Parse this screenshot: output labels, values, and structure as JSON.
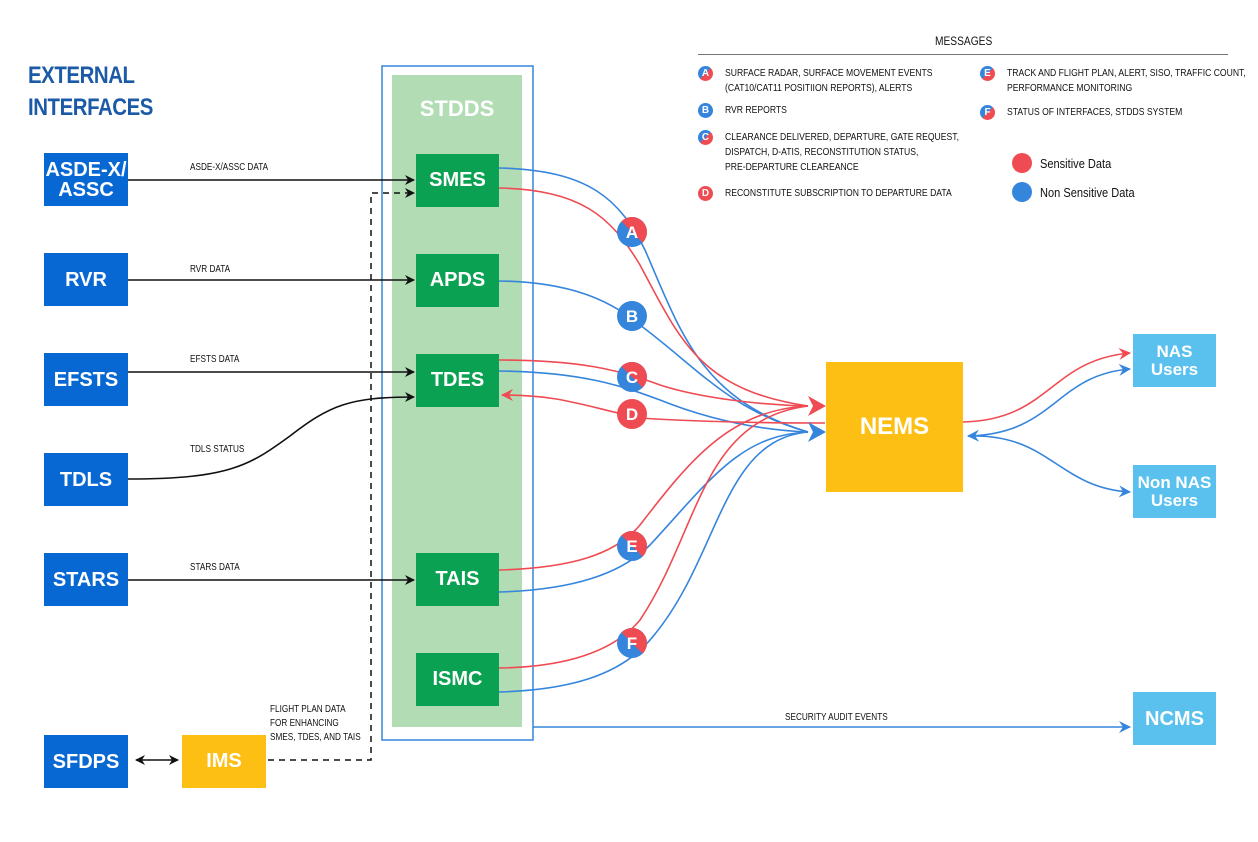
{
  "title": {
    "line1": "EXTERNAL",
    "line2": "INTERFACES"
  },
  "colors": {
    "external": "#0768d3",
    "stdds_component": "#0ba152",
    "stdds_bg": "#b2dcb4",
    "nems": "#fdbf14",
    "users": "#5ac1ee",
    "sensitive": "#ef4b53",
    "non_sensitive": "#3585dc",
    "title_text": "#1b5aa6"
  },
  "external_systems": [
    {
      "id": "asde",
      "label": "ASDE-X/ ASSC",
      "line1": "ASDE-X/",
      "line2": "ASSC",
      "flow_label": "ASDE-X/ASSC DATA",
      "target": "SMES"
    },
    {
      "id": "rvr",
      "label": "RVR",
      "flow_label": "RVR DATA",
      "target": "APDS"
    },
    {
      "id": "efsts",
      "label": "EFSTS",
      "flow_label": "EFSTS DATA",
      "target": "TDES"
    },
    {
      "id": "tdls",
      "label": "TDLS",
      "flow_label": "TDLS STATUS",
      "target": "TDES"
    },
    {
      "id": "stars",
      "label": "STARS",
      "flow_label": "STARS DATA",
      "target": "TAIS"
    },
    {
      "id": "sfdps",
      "label": "SFDPS"
    }
  ],
  "ims": {
    "label": "IMS",
    "flow_label_lines": [
      "FLIGHT PLAN DATA",
      "FOR ENHANCING",
      "SMES, TDES, AND TAIS"
    ]
  },
  "stdds": {
    "title": "STDDS",
    "components": [
      "SMES",
      "APDS",
      "TDES",
      "TAIS",
      "ISMC"
    ]
  },
  "nems": {
    "label": "NEMS"
  },
  "users": [
    {
      "id": "nas",
      "line1": "NAS",
      "line2": "Users"
    },
    {
      "id": "non-nas",
      "line1": "Non NAS",
      "line2": "Users"
    },
    {
      "id": "ncms",
      "line1": "NCMS",
      "line2": ""
    }
  ],
  "security_flow_label": "SECURITY AUDIT EVENTS",
  "messages": {
    "title": "MESSAGES",
    "items": [
      {
        "letter": "A",
        "type": "mixed",
        "lines": [
          "SURFACE RADAR, SURFACE MOVEMENT EVENTS",
          "(CAT10/CAT11 POSITIION REPORTS), ALERTS"
        ]
      },
      {
        "letter": "B",
        "type": "non-sensitive",
        "lines": [
          "RVR REPORTS"
        ]
      },
      {
        "letter": "C",
        "type": "mixed",
        "lines": [
          "CLEARANCE DELIVERED, DEPARTURE, GATE REQUEST,",
          "DISPATCH, D-ATIS, RECONSTITUTION STATUS,",
          "PRE-DEPARTURE CLEAREANCE"
        ]
      },
      {
        "letter": "D",
        "type": "sensitive",
        "lines": [
          "RECONSTITUTE SUBSCRIPTION TO DEPARTURE DATA"
        ]
      },
      {
        "letter": "E",
        "type": "mixed",
        "lines": [
          "TRACK AND FLIGHT PLAN, ALERT, SISO, TRAFFIC COUNT,",
          "PERFORMANCE MONITORING"
        ]
      },
      {
        "letter": "F",
        "type": "mixed",
        "lines": [
          "STATUS OF INTERFACES, STDDS SYSTEM"
        ]
      }
    ]
  },
  "key": {
    "sensitive": "Sensitive Data",
    "non_sensitive": "Non Sensitive Data"
  }
}
